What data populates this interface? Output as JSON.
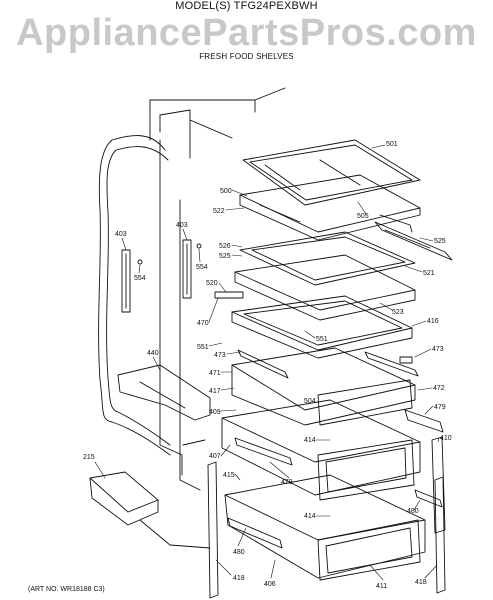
{
  "header": {
    "model": "MODEL(S) TFG24PEXBWH",
    "watermark": "AppliancePartsPros.com",
    "section": "FRESH FOOD SHELVES"
  },
  "footer": {
    "art_no": "(ART NO. WR18188 C3)"
  },
  "parts": [
    {
      "id": "p501",
      "number": "501"
    },
    {
      "id": "p500",
      "number": "500"
    },
    {
      "id": "p522",
      "number": "522"
    },
    {
      "id": "p505",
      "number": "505"
    },
    {
      "id": "p403a",
      "number": "403"
    },
    {
      "id": "p403b",
      "number": "403"
    },
    {
      "id": "p526",
      "number": "526"
    },
    {
      "id": "p525a",
      "number": "525"
    },
    {
      "id": "p525b",
      "number": "525"
    },
    {
      "id": "p554a",
      "number": "554"
    },
    {
      "id": "p554b",
      "number": "554"
    },
    {
      "id": "p521",
      "number": "521"
    },
    {
      "id": "p520",
      "number": "520"
    },
    {
      "id": "p523",
      "number": "523"
    },
    {
      "id": "p470",
      "number": "470"
    },
    {
      "id": "p416",
      "number": "416"
    },
    {
      "id": "p551a",
      "number": "551"
    },
    {
      "id": "p551b",
      "number": "551"
    },
    {
      "id": "p473a",
      "number": "473"
    },
    {
      "id": "p473b",
      "number": "473"
    },
    {
      "id": "p440",
      "number": "440"
    },
    {
      "id": "p471",
      "number": "471"
    },
    {
      "id": "p417",
      "number": "417"
    },
    {
      "id": "p472",
      "number": "472"
    },
    {
      "id": "p504",
      "number": "504"
    },
    {
      "id": "p409",
      "number": "409"
    },
    {
      "id": "p479a",
      "number": "479"
    },
    {
      "id": "p479b",
      "number": "479"
    },
    {
      "id": "p414a",
      "number": "414"
    },
    {
      "id": "p414b",
      "number": "414"
    },
    {
      "id": "p410",
      "number": "410"
    },
    {
      "id": "p407",
      "number": "407"
    },
    {
      "id": "p215",
      "number": "215"
    },
    {
      "id": "p415",
      "number": "415"
    },
    {
      "id": "p480a",
      "number": "480"
    },
    {
      "id": "p480b",
      "number": "480"
    },
    {
      "id": "p406",
      "number": "406"
    },
    {
      "id": "p411",
      "number": "411"
    },
    {
      "id": "p418a",
      "number": "418"
    },
    {
      "id": "p418b",
      "number": "418"
    }
  ]
}
